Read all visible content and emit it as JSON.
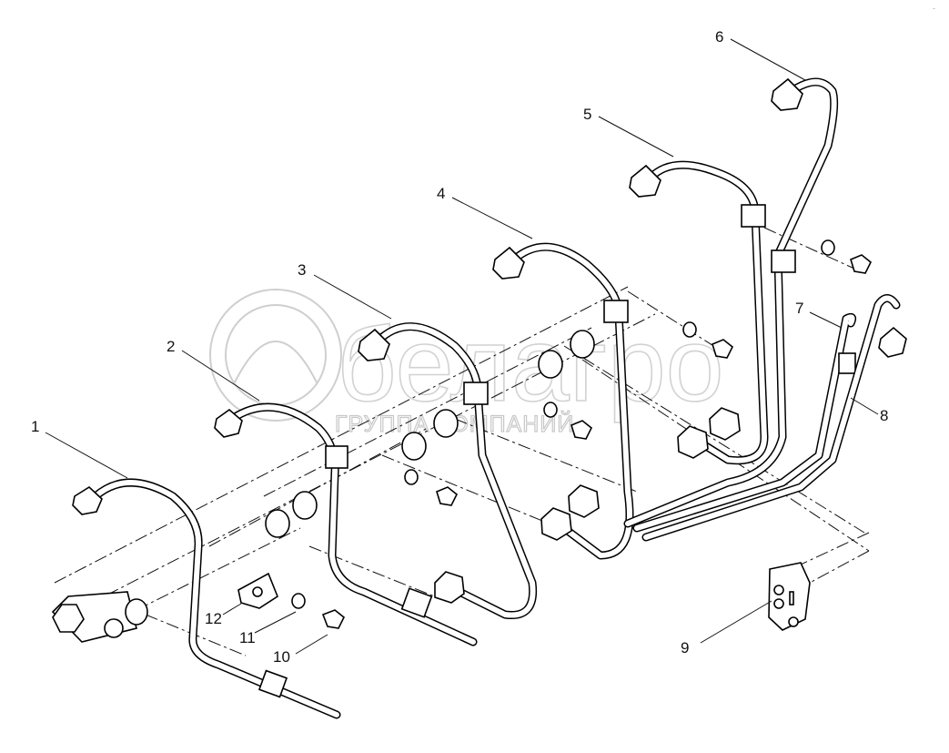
{
  "diagram": {
    "title": "Fuel injection pipes exploded view",
    "callouts": [
      {
        "id": "1",
        "label": "1",
        "part": "injection-pipe-1"
      },
      {
        "id": "2",
        "label": "2",
        "part": "injection-pipe-2"
      },
      {
        "id": "3",
        "label": "3",
        "part": "injection-pipe-3"
      },
      {
        "id": "4",
        "label": "4",
        "part": "injection-pipe-4"
      },
      {
        "id": "5",
        "label": "5",
        "part": "injection-pipe-5"
      },
      {
        "id": "6",
        "label": "6",
        "part": "injection-pipe-6"
      },
      {
        "id": "7",
        "label": "7",
        "part": "pipe-7"
      },
      {
        "id": "8",
        "label": "8",
        "part": "pipe-8"
      },
      {
        "id": "9",
        "label": "9",
        "part": "bracket-clamp"
      },
      {
        "id": "10",
        "label": "10",
        "part": "bolt"
      },
      {
        "id": "11",
        "label": "11",
        "part": "washer"
      },
      {
        "id": "12",
        "label": "12",
        "part": "clamp"
      }
    ],
    "line_color": "#000000",
    "background": "#ffffff"
  },
  "watermark": {
    "brand": "белагро",
    "subtitle": "ГРУППА КОМПАНИЙ",
    "color": "#c8c8c8"
  },
  "corner_mark": "-"
}
